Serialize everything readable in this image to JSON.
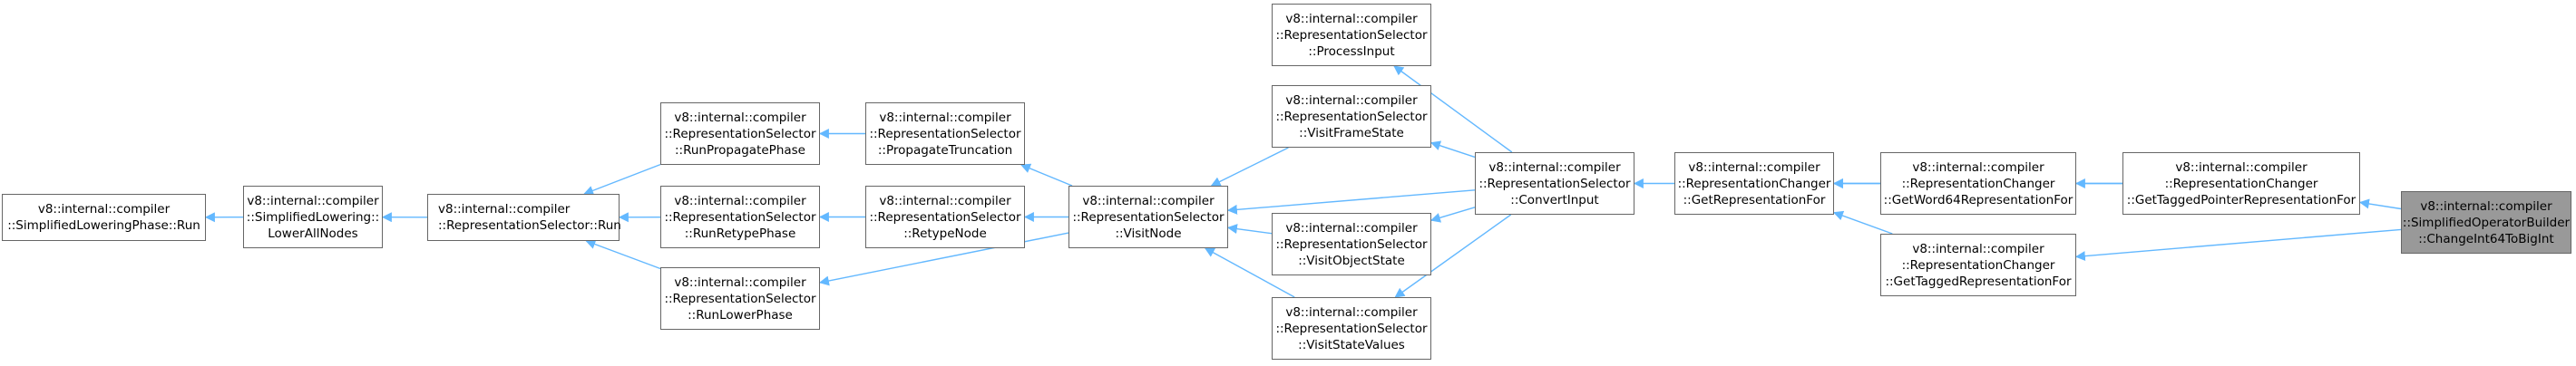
{
  "colors": {
    "edge": "#63b8ff",
    "border": "#666666",
    "highlight_fill": "#999999"
  },
  "nodes": {
    "n0": {
      "lines": [
        "v8::internal::compiler",
        "::SimplifiedLoweringPhase::Run"
      ]
    },
    "n1": {
      "lines": [
        "v8::internal::compiler",
        "::SimplifiedLowering::",
        "LowerAllNodes"
      ]
    },
    "n2": {
      "lines": [
        "v8::internal::compiler",
        "::RepresentationSelector::Run"
      ]
    },
    "n3": {
      "lines": [
        "v8::internal::compiler",
        "::RepresentationSelector",
        "::RunPropagatePhase"
      ]
    },
    "n4": {
      "lines": [
        "v8::internal::compiler",
        "::RepresentationSelector",
        "::RunRetypePhase"
      ]
    },
    "n5": {
      "lines": [
        "v8::internal::compiler",
        "::RepresentationSelector",
        "::RunLowerPhase"
      ]
    },
    "n6": {
      "lines": [
        "v8::internal::compiler",
        "::RepresentationSelector",
        "::PropagateTruncation"
      ]
    },
    "n7": {
      "lines": [
        "v8::internal::compiler",
        "::RepresentationSelector",
        "::RetypeNode"
      ]
    },
    "n8": {
      "lines": [
        "v8::internal::compiler",
        "::RepresentationSelector",
        "::VisitNode"
      ]
    },
    "n9": {
      "lines": [
        "v8::internal::compiler",
        "::RepresentationSelector",
        "::ProcessInput"
      ]
    },
    "n10": {
      "lines": [
        "v8::internal::compiler",
        "::RepresentationSelector",
        "::VisitFrameState"
      ]
    },
    "n11": {
      "lines": [
        "v8::internal::compiler",
        "::RepresentationSelector",
        "::VisitObjectState"
      ]
    },
    "n12": {
      "lines": [
        "v8::internal::compiler",
        "::RepresentationSelector",
        "::VisitStateValues"
      ]
    },
    "n13": {
      "lines": [
        "v8::internal::compiler",
        "::RepresentationSelector",
        "::ConvertInput"
      ]
    },
    "n14": {
      "lines": [
        "v8::internal::compiler",
        "::RepresentationChanger",
        "::GetRepresentationFor"
      ]
    },
    "n15": {
      "lines": [
        "v8::internal::compiler",
        "::RepresentationChanger",
        "::GetWord64RepresentationFor"
      ]
    },
    "n16": {
      "lines": [
        "v8::internal::compiler",
        "::RepresentationChanger",
        "::GetTaggedRepresentationFor"
      ]
    },
    "n17": {
      "lines": [
        "v8::internal::compiler",
        "::RepresentationChanger",
        "::GetTaggedPointerRepresentationFor"
      ]
    },
    "n18": {
      "lines": [
        "v8::internal::compiler",
        "::SimplifiedOperatorBuilder",
        "::ChangeInt64ToBigInt"
      ]
    }
  },
  "edges": [
    [
      "n1",
      "n0"
    ],
    [
      "n2",
      "n1"
    ],
    [
      "n3",
      "n2"
    ],
    [
      "n4",
      "n2"
    ],
    [
      "n5",
      "n2"
    ],
    [
      "n6",
      "n3"
    ],
    [
      "n7",
      "n4"
    ],
    [
      "n8",
      "n6"
    ],
    [
      "n8",
      "n7"
    ],
    [
      "n8",
      "n5"
    ],
    [
      "n10",
      "n8"
    ],
    [
      "n11",
      "n8"
    ],
    [
      "n12",
      "n8"
    ],
    [
      "n13",
      "n8"
    ],
    [
      "n13",
      "n9"
    ],
    [
      "n13",
      "n10"
    ],
    [
      "n13",
      "n11"
    ],
    [
      "n13",
      "n12"
    ],
    [
      "n14",
      "n13"
    ],
    [
      "n15",
      "n14"
    ],
    [
      "n17",
      "n14"
    ],
    [
      "n16",
      "n14"
    ],
    [
      "n17",
      "n15"
    ],
    [
      "n18",
      "n17"
    ],
    [
      "n18",
      "n16"
    ]
  ]
}
